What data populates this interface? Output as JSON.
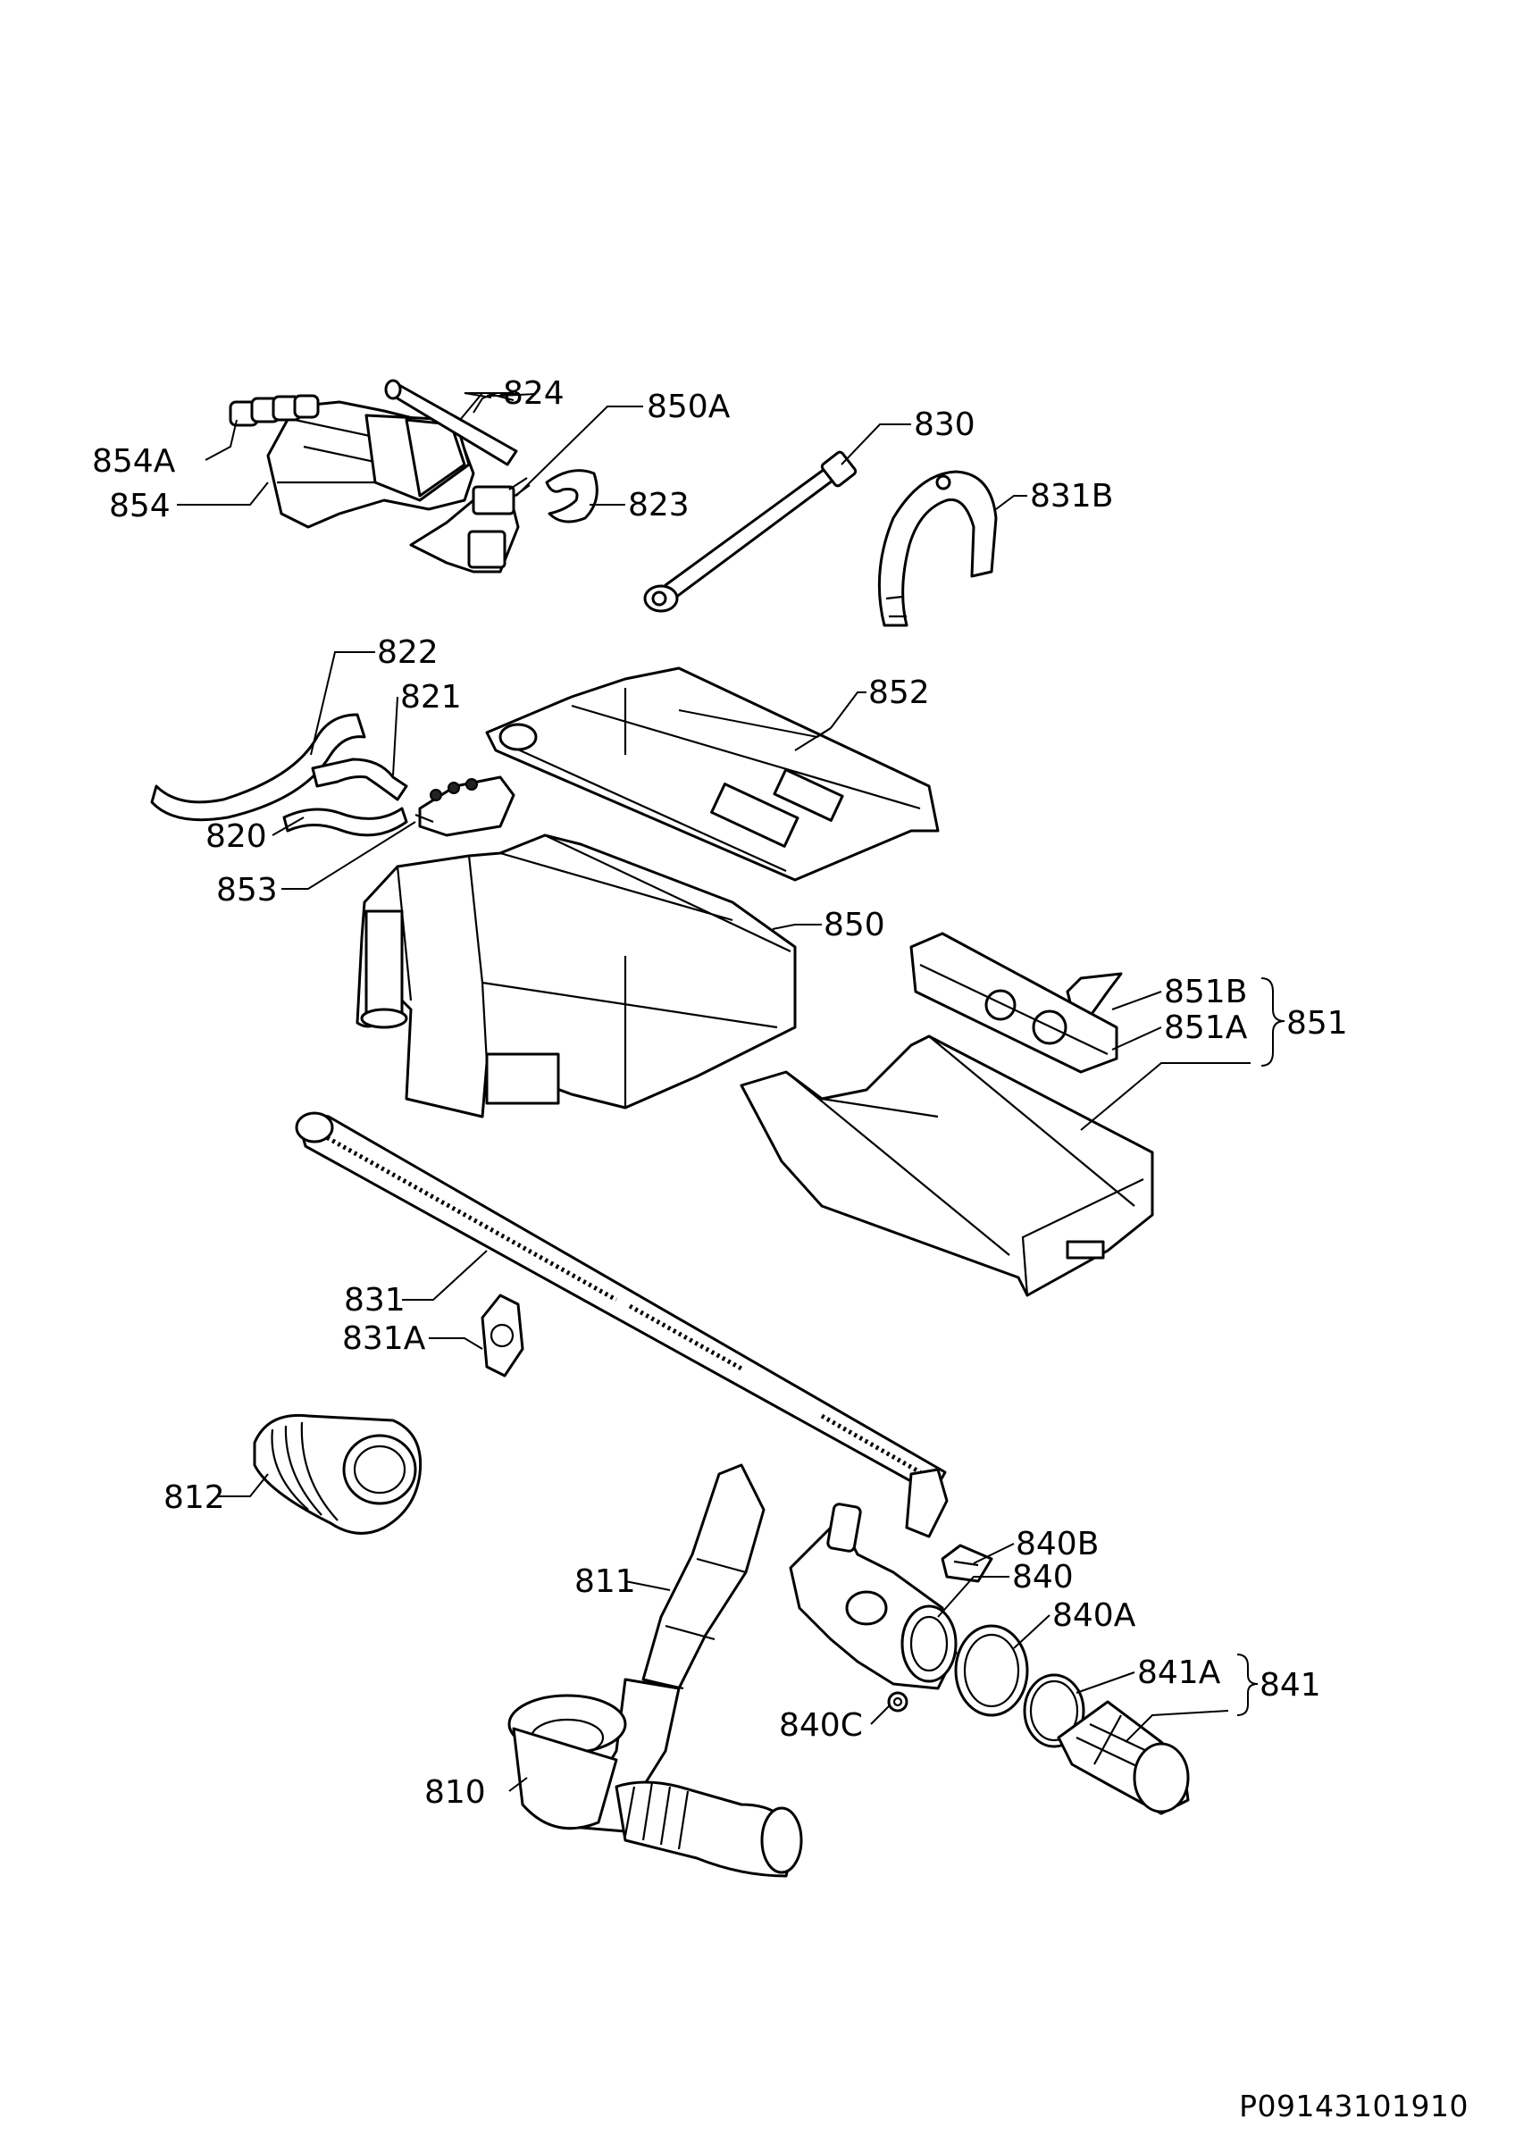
{
  "document_id": "P09143101910",
  "labels": {
    "p824": "824",
    "p850A": "850A",
    "p854A": "854A",
    "p854": "854",
    "p823": "823",
    "p830": "830",
    "p831B": "831B",
    "p822": "822",
    "p821": "821",
    "p852": "852",
    "p820": "820",
    "p853": "853",
    "p850": "850",
    "p851B": "851B",
    "p851A": "851A",
    "p851": "851",
    "p831": "831",
    "p831A": "831A",
    "p812": "812",
    "p840B": "840B",
    "p840": "840",
    "p811": "811",
    "p840A": "840A",
    "p841A": "841A",
    "p841": "841",
    "p840C": "840C",
    "p810": "810"
  }
}
